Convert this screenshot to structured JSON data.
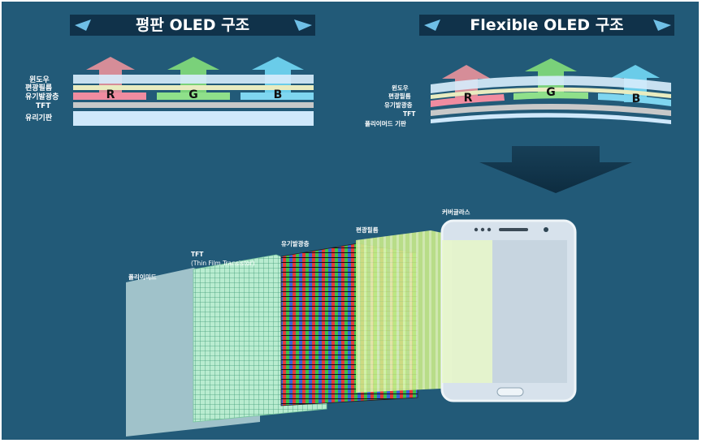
{
  "titles": {
    "flat": "평판 OLED 구조",
    "flexible": "Flexible OLED 구조"
  },
  "flat_layers": {
    "window": "윈도우",
    "polarizer": "편광필름",
    "organic": "유기발광층",
    "tft": "TFT",
    "glass": "유리기판"
  },
  "flex_layers": {
    "window": "윈도우",
    "polarizer": "편광필름",
    "organic": "유기발광층",
    "tft": "TFT",
    "substrate": "폴리이머드 기판"
  },
  "subpixels": {
    "r": "R",
    "g": "G",
    "b": "B"
  },
  "exploded": {
    "polyimide": "폴리이미드",
    "tft": "TFT",
    "tft_full": "(Thin Film Transistor)",
    "organic": "유기발광층",
    "polarizer": "편광필름",
    "cover_glass": "커버글라스"
  },
  "colors": {
    "background": "#225a78",
    "red": "#f08ca0",
    "green": "#8fe08a",
    "blue": "#7fd6f0",
    "window": "#d6ecfb",
    "tft": "#c8c8c8"
  }
}
